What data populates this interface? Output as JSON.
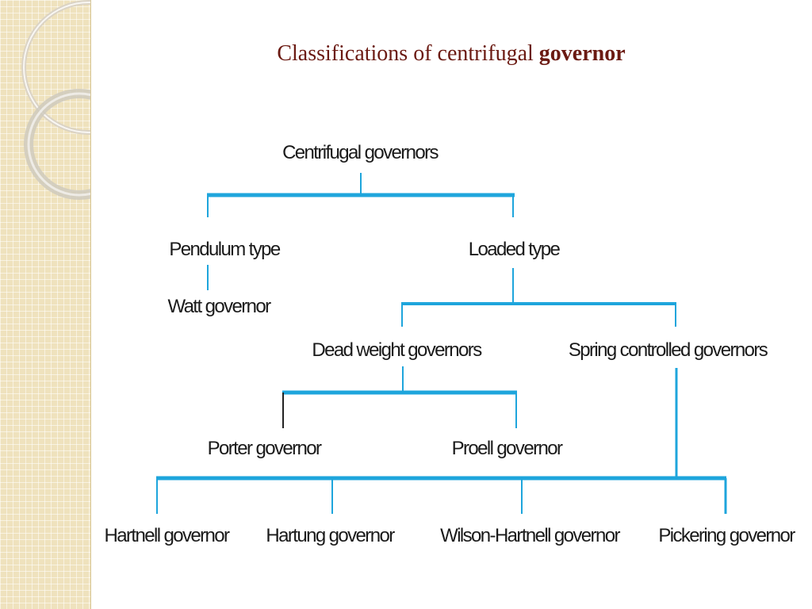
{
  "slide": {
    "title_regular": "Classifications of centrifugal",
    "title_bold": "governor"
  },
  "colors": {
    "connector": "#1ea5dc",
    "title": "#6b1a12",
    "sidebar": "#efe2bd",
    "text": "#1a1a1a"
  },
  "tree": {
    "root": "Centrifugal governors",
    "pendulum_type": "Pendulum type",
    "watt_governor": "Watt governor",
    "loaded_type": "Loaded type",
    "dead_weight": "Dead weight governors",
    "spring_controlled": "Spring controlled governors",
    "porter": "Porter governor",
    "proell": "Proell governor",
    "hartnell": "Hartnell governor",
    "hartung": "Hartung governor",
    "wilson_hartnell": "Wilson-Hartnell governor",
    "pickering": "Pickering governor"
  }
}
